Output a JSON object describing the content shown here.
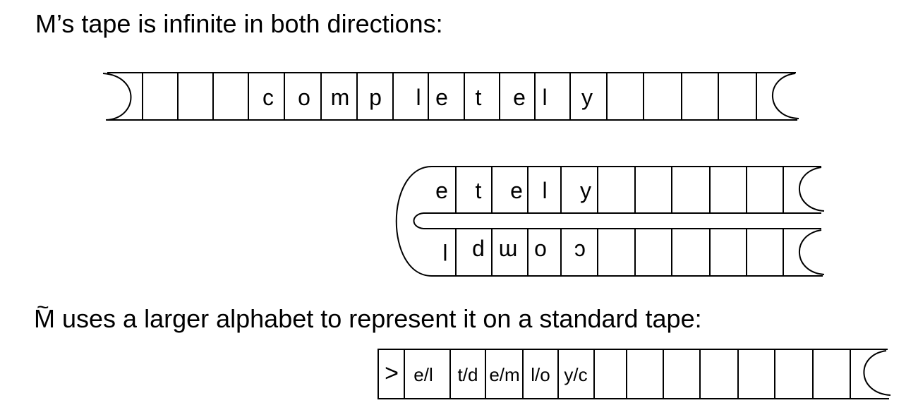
{
  "heading_1": "M’s tape is infinite in both directions:",
  "heading_2_symbol": "M",
  "heading_2_tilde": "~",
  "heading_2_rest": " uses a larger alphabet to represent it on a standard tape:",
  "tape_infinite": {
    "cells": [
      "",
      "",
      "",
      "c",
      "o",
      "m",
      "p",
      "l",
      "e",
      "t",
      "e",
      "l",
      "y",
      "",
      "",
      "",
      "",
      "",
      ""
    ]
  },
  "tape_folded": {
    "upper_cells": [
      "e",
      "t",
      "e",
      "l",
      "y",
      "",
      "",
      "",
      "",
      "",
      ""
    ],
    "lower_cells_upside_down": [
      "l",
      "p",
      "m",
      "o",
      "c",
      "",
      "",
      "",
      "",
      "",
      ""
    ]
  },
  "tape_standard": {
    "cells": [
      ">",
      "e/l",
      "t/d",
      "e/m",
      "l/o",
      "y/c",
      "",
      "",
      "",
      "",
      "",
      "",
      "",
      ""
    ]
  }
}
